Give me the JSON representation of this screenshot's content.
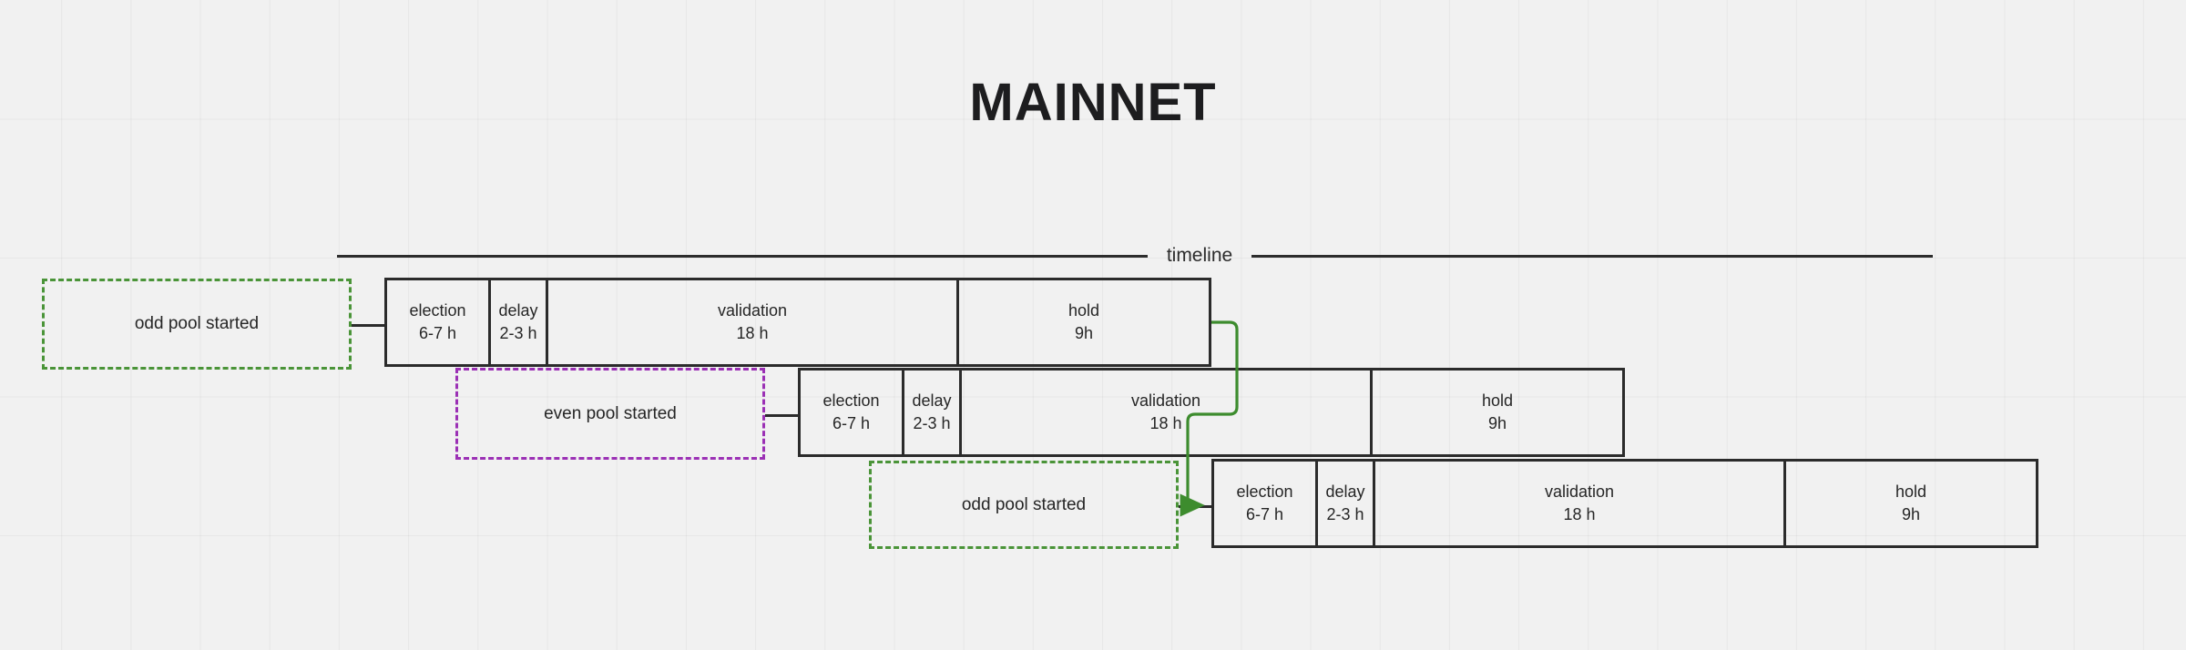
{
  "page": {
    "title": "MAINNET",
    "background_color": "#f1f1f1",
    "accent_green": "#4a9438",
    "accent_purple": "#9b30b5",
    "line_color": "#2b2b2b"
  },
  "timeline": {
    "label": "timeline"
  },
  "rows": [
    {
      "id": "row-1",
      "cells": [
        {
          "label": "election",
          "duration": "6-7 h"
        },
        {
          "label": "delay",
          "duration": "2-3 h"
        },
        {
          "label": "validation",
          "duration": "18 h"
        },
        {
          "label": "hold",
          "duration": "9h"
        }
      ]
    },
    {
      "id": "row-2",
      "cells": [
        {
          "label": "election",
          "duration": "6-7 h"
        },
        {
          "label": "delay",
          "duration": "2-3 h"
        },
        {
          "label": "validation",
          "duration": "18 h"
        },
        {
          "label": "hold",
          "duration": "9h"
        }
      ]
    },
    {
      "id": "row-3",
      "cells": [
        {
          "label": "election",
          "duration": "6-7 h"
        },
        {
          "label": "delay",
          "duration": "2-3 h"
        },
        {
          "label": "validation",
          "duration": "18 h"
        },
        {
          "label": "hold",
          "duration": "9h"
        }
      ]
    }
  ],
  "notes": [
    {
      "id": "note-1",
      "text": "odd pool started",
      "color": "green"
    },
    {
      "id": "note-2",
      "text": "even pool started",
      "color": "purple"
    },
    {
      "id": "note-3",
      "text": "odd pool started",
      "color": "green"
    }
  ]
}
